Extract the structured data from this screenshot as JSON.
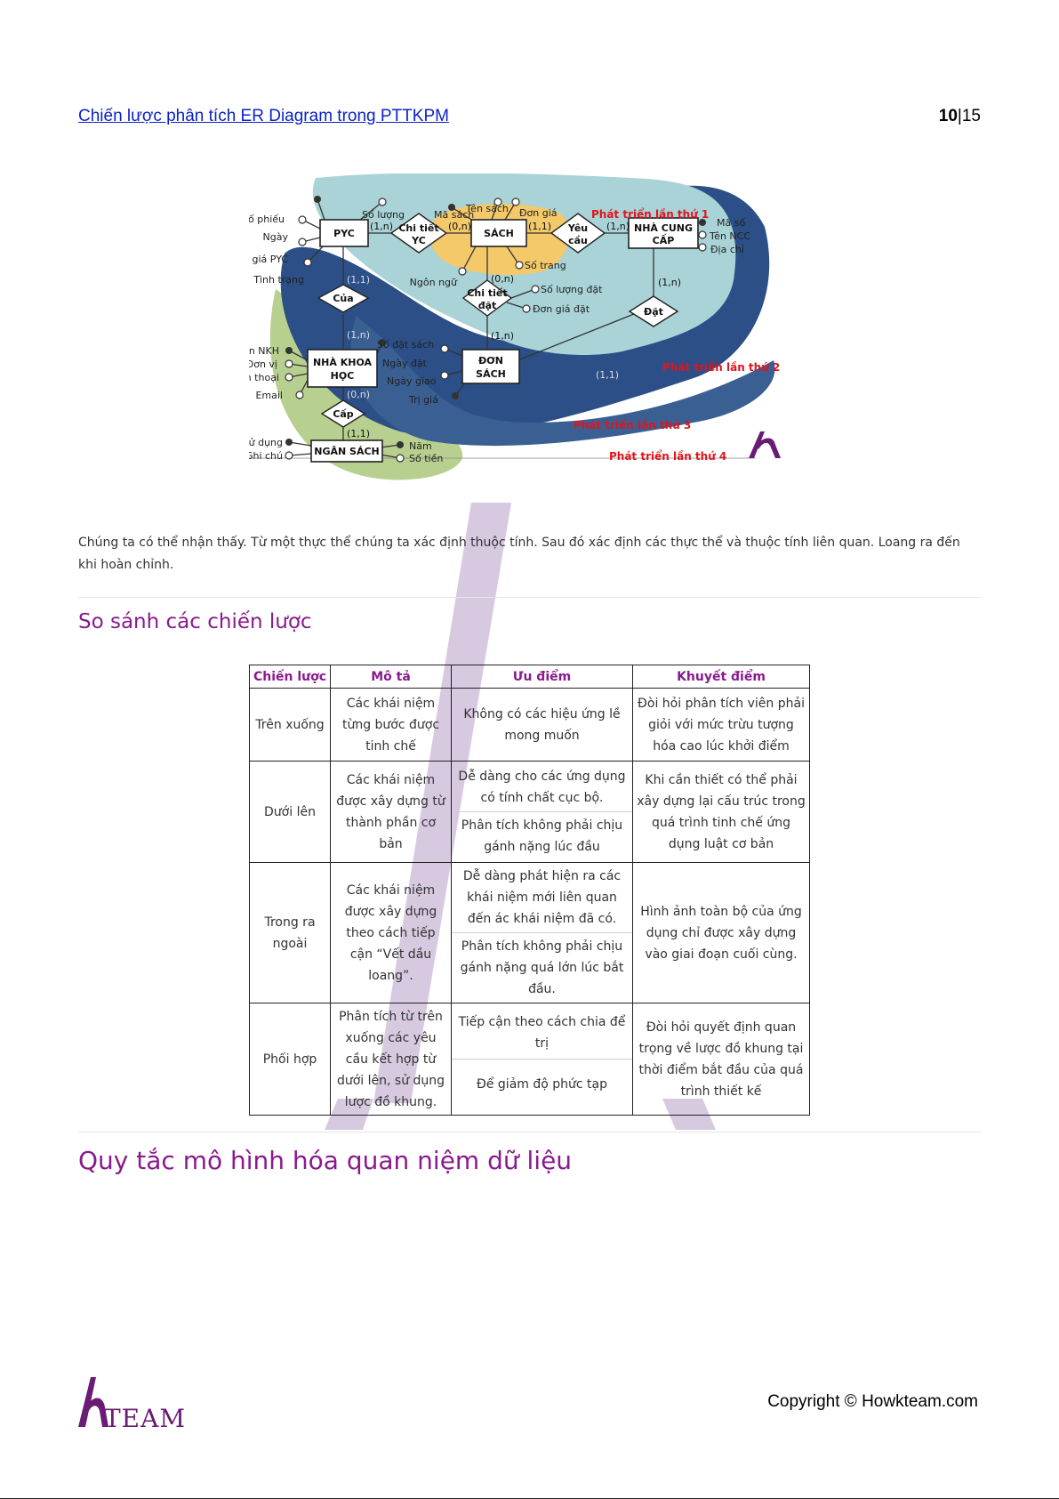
{
  "header": {
    "title_link": "Chiến lược phân tích ER Diagram trong PTTKPM",
    "page_current": "10",
    "page_sep": "|",
    "page_total": "15"
  },
  "diagram": {
    "entities": {
      "pyc": "PYC",
      "sach": "SÁCH",
      "nha_cung_cap_1": "NHÀ CUNG",
      "nha_cung_cap_2": "CẤP",
      "nha_khoa_hoc_1": "NHÀ KHOA",
      "nha_khoa_hoc_2": "HỌC",
      "don_sach_1": "ĐƠN",
      "don_sach_2": "SÁCH",
      "ngan_sach": "NGÂN SÁCH"
    },
    "relationships": {
      "chi_tiet_yc_1": "Chi tiết",
      "chi_tiet_yc_2": "YC",
      "yeu_cau_1": "Yêu",
      "yeu_cau_2": "cầu",
      "chi_tiet_dat_1": "Chi tiết",
      "chi_tiet_dat_2": "đặt",
      "cua": "Của",
      "dat": "Đặt",
      "cap": "Cấp"
    },
    "attributes": {
      "so_phieu": "Số phiếu",
      "ngay": "Ngày",
      "tri_gia_pyc": "Trị giá PYC",
      "tinh_trang": "Tình trạng",
      "so_luong": "Số lượng",
      "ma_sach": "Mã sách",
      "ten_sach": "Tên sách",
      "don_gia": "Đơn giá",
      "ngon_ngu": "Ngôn ngữ",
      "so_trang": "Số trang",
      "ma_so": "Mã số",
      "ten_ncc": "Tên NCC",
      "dia_chi": "Địa chỉ",
      "so_luong_dat": "Số lượng đặt",
      "don_gia_dat": "Đơn giá đặt",
      "so_dat_sach": "Số đặt sách",
      "ngay_dat": "Ngày đặt",
      "ngay_giao": "Ngày giao",
      "tri_gia": "Trị giá",
      "ten_nkh": "Tên NKH",
      "don_vi": "Đơn vị",
      "dien_thoai": "Điện thoại",
      "email": "Email",
      "su_dung": "Sử dụng",
      "ghi_chu": "Ghi chú",
      "nam": "Năm",
      "so_tien": "Số tiền"
    },
    "cardinalities": {
      "pyc_ctyc": "(1,n)",
      "sach_ctyc": "(0,n)",
      "sach_yc": "(1,1)",
      "ncc_yc": "(1,n)",
      "pyc_cua": "(1,1)",
      "sach_ctd": "(0,n)",
      "ncc_dat": "(1,n)",
      "nkh_cua": "(1,n)",
      "ds_ctd": "(1,n)",
      "ds_dat": "(1,1)",
      "nkh_cap": "(0,n)",
      "ns_cap": "(1,1)"
    },
    "phases": {
      "p1": "Phát triển lần thứ 1",
      "p2": "Phát triển lần thứ 2",
      "p3": "Phát triển lần thứ 3",
      "p4": "Phát triển lần thứ 4"
    },
    "colors": {
      "phase1": "#a9d3d6",
      "phase2": "#2b4f86",
      "phase3": "#3a5f93",
      "phase4": "#b7d08f",
      "core": "#f3c96a",
      "phase_label": "#e0141d"
    }
  },
  "paragraph": "Chúng ta có thể nhận thấy. Từ một thực thể chúng ta xác định thuộc tính. Sau đó xác định các thực thể và thuộc tính liên quan. Loang ra đến khi hoàn chỉnh.",
  "section_compare": "So sánh các chiến lược",
  "table": {
    "headers": [
      "Chiến lược",
      "Mô tả",
      "Ưu điểm",
      "Khuyết điểm"
    ],
    "rows": [
      {
        "strategy": "Trên xuống",
        "desc": "Các khái niệm từng bước được tinh chế",
        "pros": [
          "Không có các hiệu ứng lề mong muốn"
        ],
        "cons": "Đòi hỏi phân tích viên phải giỏi với mức trừu tượng hóa cao lúc khởi điểm"
      },
      {
        "strategy": "Dưới lên",
        "desc": "Các khái niệm được xây dựng từ thành phần cơ bản",
        "pros": [
          "Dễ dàng cho các ứng dụng có tính chất cục bộ.",
          "Phân tích không phải chịu gánh nặng lúc đầu"
        ],
        "cons": "Khi cần thiết có thể phải xây dựng lại cấu trúc trong quá trình tinh chế ứng dụng luật cơ bản"
      },
      {
        "strategy": "Trong ra ngoài",
        "desc": "Các khái niệm được xây dựng theo cách tiếp cận “Vết dầu loang”.",
        "pros": [
          "Dễ dàng phát hiện ra các khái niệm mới liên quan đến ác khái niệm đã có.",
          "Phân tích không phải chịu gánh nặng quá lớn lúc bắt đầu."
        ],
        "cons": "Hình ảnh toàn bộ của ứng dụng chỉ được xây dựng vào giai đoạn cuối cùng."
      },
      {
        "strategy": "Phối hợp",
        "desc": "Phân tích từ trên xuống các yêu cầu kết hợp từ dưới lên, sử dụng lược đồ khung.",
        "pros": [
          "Tiếp cận theo cách chia để trị",
          "Để giảm độ phức tạp"
        ],
        "cons": "Đòi hỏi quyết định quan trọng về lược đồ khung tại thời điểm bắt đầu của quá trình thiết kế"
      }
    ]
  },
  "section_rules": "Quy tắc mô hình hóa quan niệm dữ liệu",
  "footer": {
    "copyright": "Copyright © Howkteam.com",
    "logo_text": "TEAM"
  }
}
